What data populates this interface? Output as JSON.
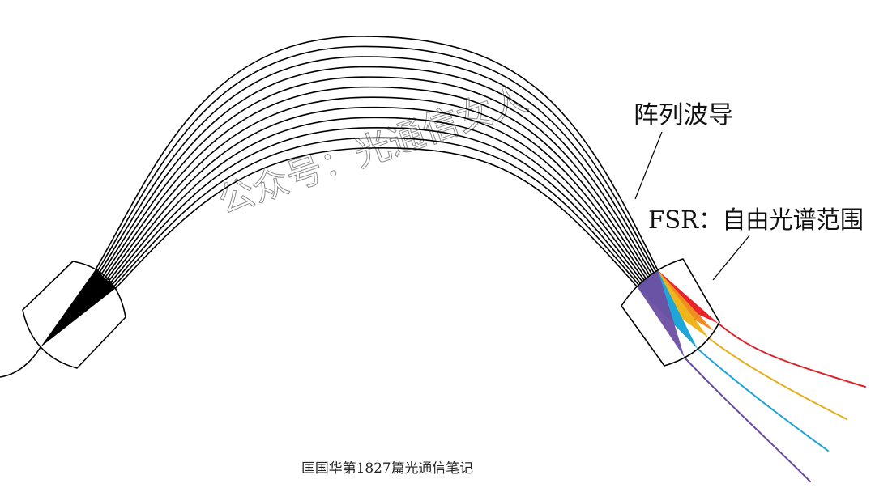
{
  "labels": {
    "arrayed_waveguide": "阵列波导",
    "fsr": "FSR：自由光谱范围"
  },
  "watermark": "公众号：光通信女人",
  "caption": "匡国华第1827篇光通信笔记",
  "colors": {
    "line": "#000000",
    "input_fan": "#000000",
    "channel_red": "#e8232a",
    "channel_orange": "#f08c22",
    "channel_yellow": "#efb51d",
    "channel_cyan": "#1fa6d8",
    "channel_purple": "#6d4ea2",
    "out_red": "#d9232a",
    "out_yellow": "#e5ae1e",
    "out_cyan": "#1fa3d5",
    "out_purple": "#6a49a0",
    "watermark": "#8c8c8c"
  }
}
